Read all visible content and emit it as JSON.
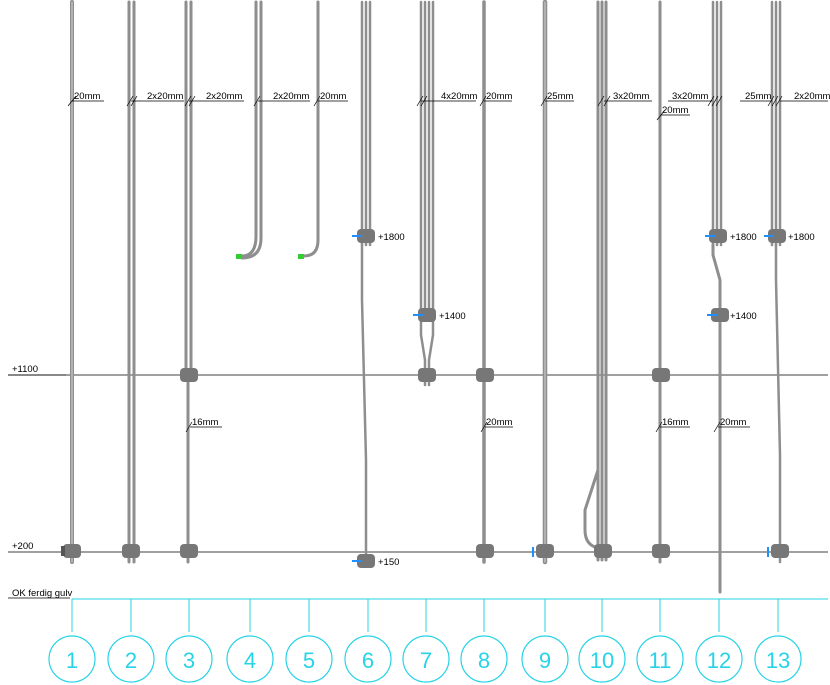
{
  "levels": [
    {
      "label": "+1100"
    },
    {
      "label": "+200"
    }
  ],
  "floor": {
    "label": "OK ferdig gulv"
  },
  "columns": [
    {
      "num": "1",
      "size_top": "20mm",
      "size_low": "",
      "marks": []
    },
    {
      "num": "2",
      "size_top": "2x20mm",
      "size_low": "",
      "marks": []
    },
    {
      "num": "3",
      "size_top": "2x20mm",
      "size_low": "16mm",
      "marks": []
    },
    {
      "num": "4",
      "size_top": "2x20mm",
      "size_low": "",
      "marks": []
    },
    {
      "num": "5",
      "size_top": "20mm",
      "size_low": "",
      "marks": []
    },
    {
      "num": "6",
      "size_top": "",
      "size_low": "",
      "marks": [
        "+1800",
        "+150"
      ]
    },
    {
      "num": "7",
      "size_top": "4x20mm",
      "size_low": "",
      "marks": [
        "+1400"
      ]
    },
    {
      "num": "8",
      "size_top": "20mm",
      "size_low": "20mm",
      "marks": []
    },
    {
      "num": "9",
      "size_top": "25mm",
      "size_low": "",
      "marks": []
    },
    {
      "num": "10",
      "size_top": "3x20mm",
      "size_low": "",
      "marks": []
    },
    {
      "num": "11",
      "size_top": "3x20mm",
      "size_top2": "20mm",
      "size_low": "16mm",
      "marks": []
    },
    {
      "num": "12",
      "size_top": "",
      "size_low": "20mm",
      "marks": [
        "+1800",
        "+1400"
      ]
    },
    {
      "num": "13",
      "size_top": "25mm",
      "size_top2": "2x20mm",
      "size_low": "",
      "marks": [
        "+1800"
      ]
    }
  ],
  "colors": {
    "line": "#000000",
    "pipe": "#9a9a9a",
    "pipe_dark": "#6e6e6e",
    "axis": "#27d3e6",
    "cap": "#33cc33",
    "fitting": "#777777",
    "fitting_marker": "#1e90ff"
  }
}
